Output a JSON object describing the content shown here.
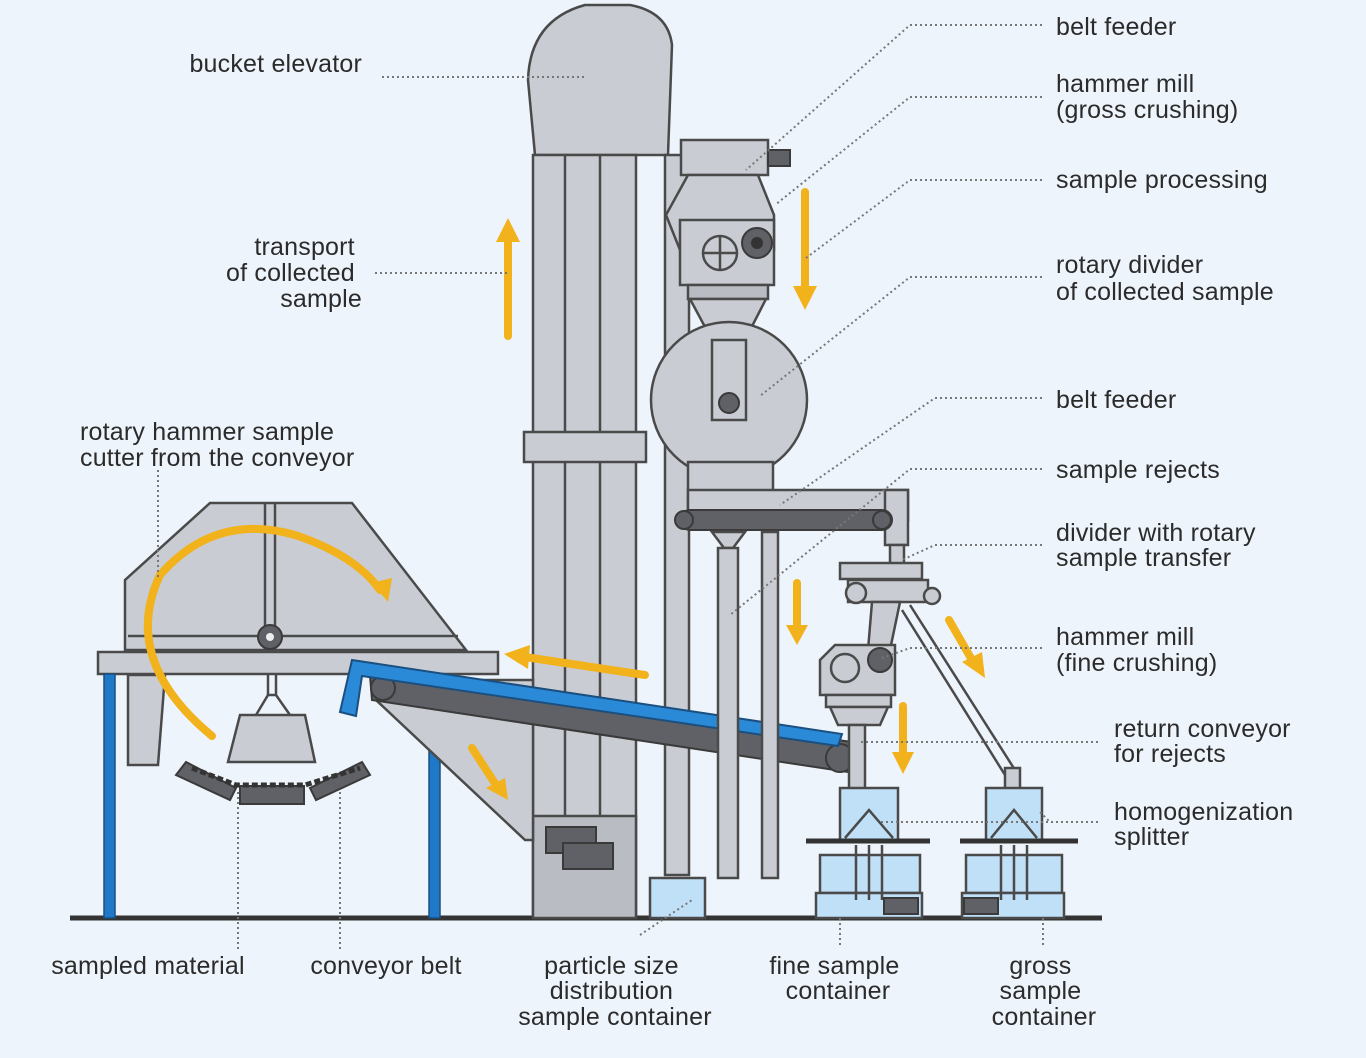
{
  "title": "Coal sampling system diagram",
  "colors": {
    "background": "#eef4fb",
    "metal": "#c9ccd2",
    "flow_arrow": "#f2b21c",
    "frame_blue": "#1f78c8",
    "container_glass": "#bfe0f6",
    "text": "#2b2b2b"
  },
  "labels": {
    "bucket_elevator": "bucket elevator",
    "transport": [
      "transport",
      "of collected",
      "sample"
    ],
    "rotary_hammer": [
      "rotary hammer sample",
      "cutter from the conveyor"
    ],
    "belt_feeder_top": "belt feeder",
    "hammer_mill_gross": [
      "hammer mill",
      "(gross crushing)"
    ],
    "sample_processing": "sample processing",
    "rotary_divider": [
      "rotary divider",
      "of collected sample"
    ],
    "belt_feeder_mid": "belt feeder",
    "sample_rejects": "sample rejects",
    "divider_rotary": [
      "divider with rotary",
      "sample transfer"
    ],
    "hammer_mill_fine": [
      "hammer mill",
      "(fine crushing)"
    ],
    "return_conveyor": [
      "return conveyor",
      "for rejects"
    ],
    "homogenization": [
      "homogenization",
      "splitter"
    ],
    "sampled_material": "sampled material",
    "conveyor_belt": "conveyor belt",
    "particle_size": [
      "particle size",
      "distribution",
      "sample container"
    ],
    "fine_sample": [
      "fine sample",
      "container"
    ],
    "gross_sample": [
      "gross",
      "sample",
      "container"
    ]
  }
}
